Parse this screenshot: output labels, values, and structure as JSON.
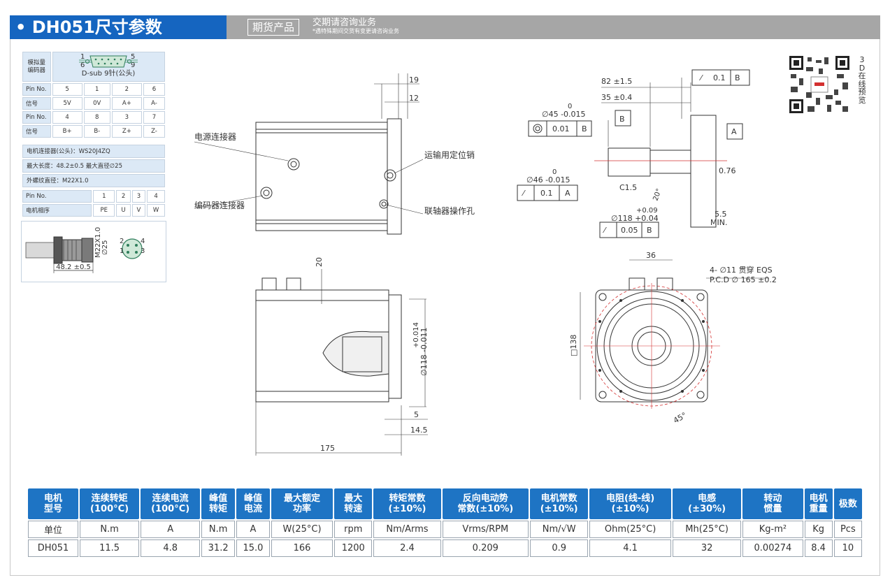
{
  "header": {
    "title": "• DH051尺寸参数",
    "badge": "期货产品",
    "sub1": "交期请咨询业务",
    "sub2": "*遇特殊期间交货有变更请咨询业务"
  },
  "encoder": {
    "title": "模拟量\n编码器",
    "connector_caption": "D-sub 9针(公头)",
    "pin_numbers_top": [
      "1",
      "5"
    ],
    "pin_numbers_bottom": [
      "6",
      "9"
    ],
    "rows": [
      {
        "label": "Pin No.",
        "cells": [
          "5",
          "1",
          "2",
          "6"
        ]
      },
      {
        "label": "信号",
        "cells": [
          "5V",
          "0V",
          "A+",
          "A-"
        ]
      },
      {
        "label": "Pin No.",
        "cells": [
          "4",
          "8",
          "3",
          "7"
        ]
      },
      {
        "label": "信号",
        "cells": [
          "B+",
          "B-",
          "Z+",
          "Z-"
        ]
      }
    ]
  },
  "motor_conn": {
    "connector": "电机连接器(公头)：WS20J4ZQ",
    "length": "最大长度：48.2±0.5   最大直径∅25",
    "thread": "外螺纹直径：M22X1.0",
    "rows": [
      {
        "label": "Pin No.",
        "cells": [
          "1",
          "2",
          "3",
          "4"
        ]
      },
      {
        "label": "电机相序",
        "cells": [
          "PE",
          "U",
          "V",
          "W"
        ]
      }
    ],
    "dim_length": "48.2 ±0.5",
    "dim_dia": "M22X1.0",
    "dim_dia2": "∅25",
    "pins": [
      "2",
      "4",
      "1",
      "3"
    ]
  },
  "drawing": {
    "label_power": "电源连接器",
    "label_encoder": "编码器连接器",
    "label_pin": "运输用定位销",
    "label_coupling": "联轴器操作孔",
    "dim_19": "19",
    "dim_12": "12",
    "dim_20": "20",
    "dim_175": "175",
    "dim_5": "5",
    "dim_145": "14.5",
    "dim_118": "∅118 -0.011",
    "dim_118_top": "+0.014",
    "dim_82": "82 ±1.5",
    "dim_35": "35 ±0.4",
    "dim_45": "∅45 -0.015",
    "dim_45_top": "0",
    "tol_01b": "0.1",
    "datum_b": "B",
    "datum_a": "A",
    "tol_001": "0.01",
    "dim_46": "∅46 -0.015",
    "dim_46_top": "0",
    "tol_01a": "0.1",
    "dim_076": "0.76",
    "dim_c15": "C1.5",
    "dim_20deg": "20°",
    "dim_118b": "∅118 +0.04",
    "dim_118b_top": "+0.09",
    "dim_55": "5.5",
    "dim_min": "MIN.",
    "tol_005": "0.05",
    "dim_36": "36",
    "holes": "4- ∅11 贯穿 EQS",
    "pcd": "P.C.D  ∅ 165 ±0.2",
    "dim_138": "□138",
    "dim_45deg": "45°"
  },
  "side_label": [
    "3",
    "D",
    "在",
    "线",
    "预",
    "览"
  ],
  "spec": {
    "headers": [
      "电机\n型号",
      "连续转矩\n(100°C)",
      "连续电流\n(100°C)",
      "峰值\n转矩",
      "峰值\n电流",
      "最大额定\n功率",
      "最大\n转速",
      "转矩常数\n(±10%)",
      "反向电动势\n常数(±10%)",
      "电机常数\n(±10%)",
      "电阻(线-线)\n(±10%)",
      "电感\n(±30%)",
      "转动\n惯量",
      "电机\n重量",
      "极数"
    ],
    "units": [
      "单位",
      "N.m",
      "A",
      "N.m",
      "A",
      "W(25°C)",
      "rpm",
      "Nm/Arms",
      "Vrms/RPM",
      "Nm/√W",
      "Ohm(25°C)",
      "Mh(25°C)",
      "Kg-m²",
      "Kg",
      "Pcs"
    ],
    "values": [
      "DH051",
      "11.5",
      "4.8",
      "31.2",
      "15.0",
      "166",
      "1200",
      "2.4",
      "0.209",
      "0.9",
      "4.1",
      "32",
      "0.00274",
      "8.4",
      "10"
    ]
  }
}
